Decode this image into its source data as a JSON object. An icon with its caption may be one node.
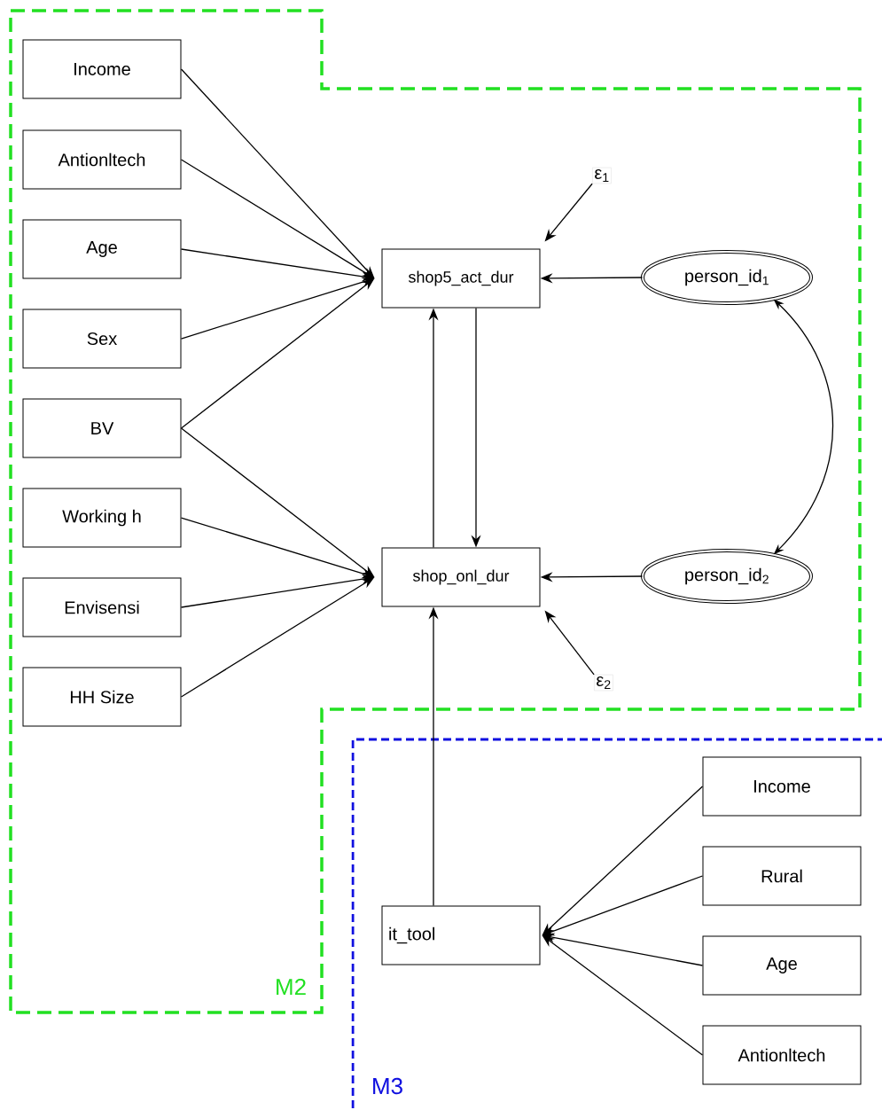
{
  "diagram": {
    "nodes": [
      {
        "text": [
          "M2"
        ]
      },
      {
        "text": [
          "Income"
        ],
        "in": 0
      },
      {
        "text": [
          "Antionltech"
        ],
        "in": 0
      },
      {
        "text": [
          "Age"
        ],
        "in": 0
      },
      {
        "text": [
          "Sex"
        ],
        "in": 0
      },
      {
        "text": [
          "BV"
        ],
        "in": 0
      },
      {
        "text": [
          "Working h"
        ],
        "in": 0
      },
      {
        "text": [
          "Envisensi"
        ],
        "in": 0
      },
      {
        "text": [
          "HH Size"
        ],
        "in": 0
      },
      {
        "text": [
          "shop5_act_dur"
        ],
        "in": 0
      },
      {
        "text": [
          "shop_onl_dur"
        ],
        "in": 0
      },
      {
        "text": [
          "ε$_{1}$"
        ],
        "in": 0
      },
      {
        "text": [
          "person_id$_{1}$"
        ],
        "in": 0
      },
      {
        "text": [
          "person_id$_{2}$"
        ],
        "in": 0
      },
      {
        "text": [
          "ε$_{2}$"
        ],
        "in": 0
      },
      {
        "text": [
          "M3"
        ]
      },
      {
        "text": [
          "it_tool"
        ],
        "in": 15
      },
      {
        "text": [
          "Income"
        ],
        "in": 15
      },
      {
        "text": [
          "Rural"
        ],
        "in": 15
      },
      {
        "text": [
          "Age"
        ],
        "in": 15
      },
      {
        "text": [
          "Antionltech"
        ],
        "in": 15
      }
    ],
    "edges": [
      {
        "from": 1,
        "to": 9,
        "arrow": "to"
      },
      {
        "from": 2,
        "to": 9,
        "arrow": "to"
      },
      {
        "from": 3,
        "to": 9,
        "arrow": "to"
      },
      {
        "from": 4,
        "to": 9,
        "arrow": "to"
      },
      {
        "from": 5,
        "to": 9,
        "arrow": "to"
      },
      {
        "from": 5,
        "to": 10,
        "arrow": "to"
      },
      {
        "from": 6,
        "to": 10,
        "arrow": "to"
      },
      {
        "from": 7,
        "to": 10,
        "arrow": "to"
      },
      {
        "from": 8,
        "to": 10,
        "arrow": "to"
      },
      {
        "from": 11,
        "to": 9,
        "arrow": "to"
      },
      {
        "from": 12,
        "to": 9,
        "arrow": "to"
      },
      {
        "from": 10,
        "to": 9,
        "arrow": "to"
      },
      {
        "from": 9,
        "to": 10,
        "arrow": "to"
      },
      {
        "from": 12,
        "to": 13,
        "arrow": "both"
      },
      {
        "from": 13,
        "to": 10,
        "arrow": "to"
      },
      {
        "from": 14,
        "to": 10,
        "arrow": "to"
      },
      {
        "from": 16,
        "to": 10,
        "arrow": "to"
      },
      {
        "from": 17,
        "to": 16,
        "arrow": "to"
      },
      {
        "from": 18,
        "to": 16,
        "arrow": "to"
      },
      {
        "from": 19,
        "to": 16,
        "arrow": "to"
      },
      {
        "from": 20,
        "to": 16,
        "arrow": "to"
      }
    ]
  }
}
